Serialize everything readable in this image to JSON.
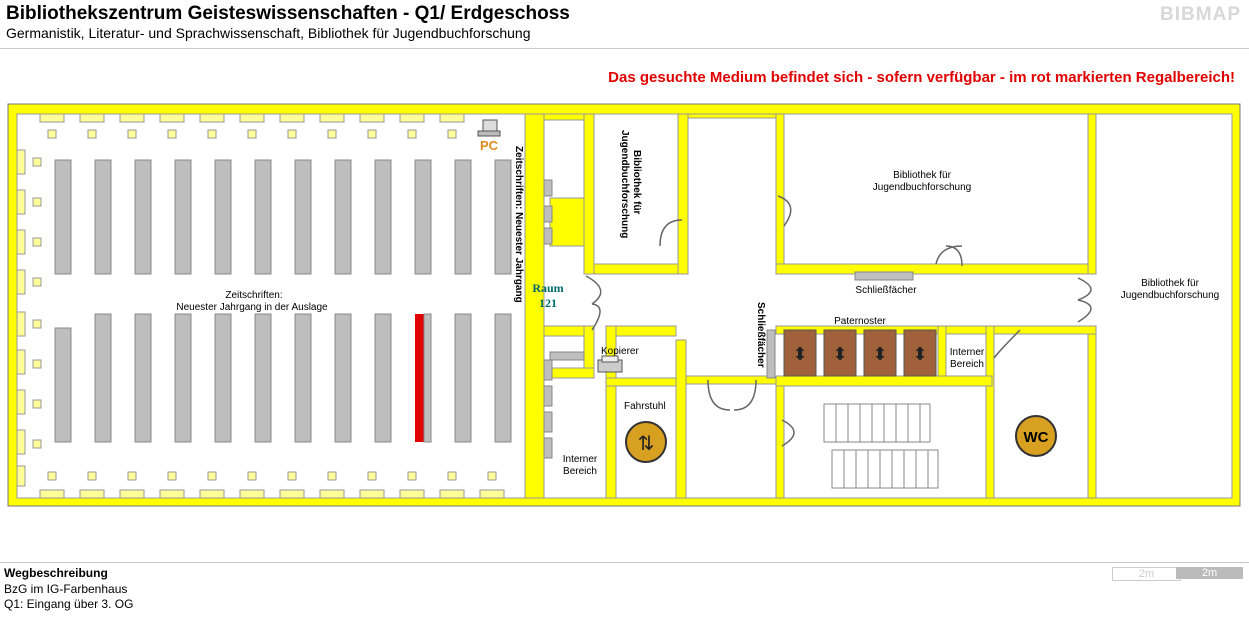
{
  "header": {
    "title": "Bibliothekszentrum Geisteswissenschaften - Q1/ Erdgeschoss",
    "subtitle": "Germanistik, Literatur- und Sprachwissenschaft, Bibliothek für Jugendbuchforschung",
    "brand": "BIBMAP"
  },
  "notice": "Das gesuchte Medium befindet sich - sofern verfügbar -  im rot markierten Regalbereich!",
  "colors": {
    "wall": "#ffff00",
    "shelf": "#bebebe",
    "highlight": "#e00000",
    "notice": "#e00000",
    "teal": "#006b6b",
    "pc": "#e08a1e"
  },
  "map": {
    "pc_label": "PC",
    "zeitschriften_vertical": "Zeitschriften: Neuester Jahrgang",
    "zeitschriften_title": "Zeitschriften:",
    "zeitschriften_sub": "Neuester Jahrgang in der Auslage",
    "raum_label": "Raum",
    "raum_number": "121",
    "bib_jugend_vertical_1": "Bibliothek für",
    "bib_jugend_vertical_2": "Jugendbuchforschung",
    "bib_jugend_top_1": "Bibliothek für",
    "bib_jugend_top_2": "Jugendbuchforschung",
    "bib_jugend_right_1": "Bibliothek für",
    "bib_jugend_right_2": "Jugendbuchforschung",
    "schliessfaecher_horizontal": "Schließfächer",
    "schliessfaecher_vertical": "Schließfächer",
    "paternoster": "Paternoster",
    "interner_right_1": "Interner",
    "interner_right_2": "Bereich",
    "kopierer": "Kopierer",
    "fahrstuhl": "Fahrstuhl",
    "interner_left_1": "Interner",
    "interner_left_2": "Bereich",
    "wc": "WC"
  },
  "footer": {
    "title": "Wegbeschreibung",
    "line1": "BzG im IG-Farbenhaus",
    "line2": "Q1: Eingang über 3. OG"
  },
  "scale": {
    "label1": "2m",
    "label2": "2m"
  }
}
